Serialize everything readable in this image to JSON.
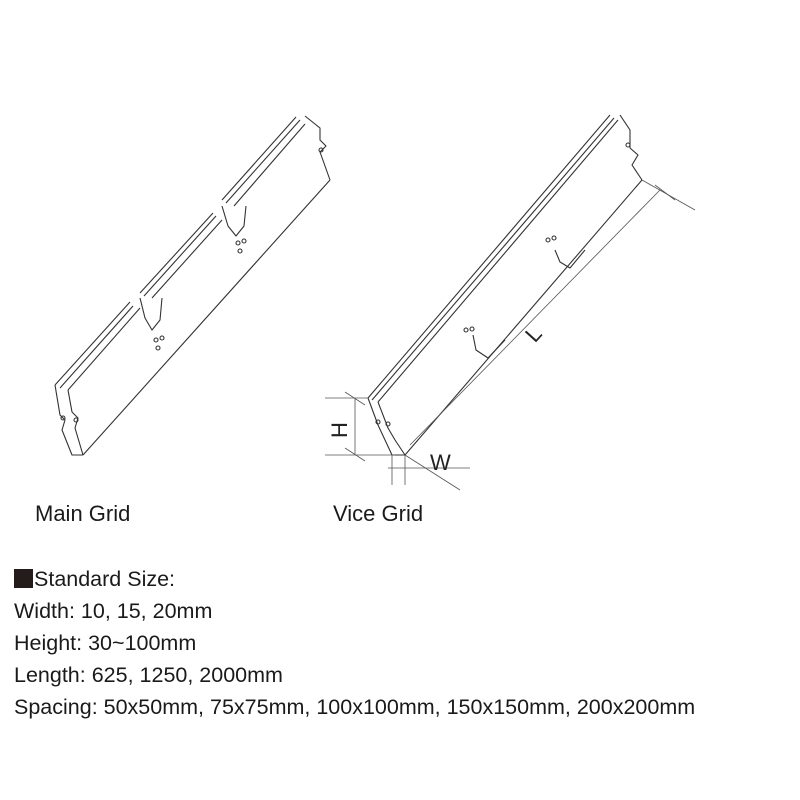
{
  "diagrams": {
    "main_grid": {
      "label": "Main Grid"
    },
    "vice_grid": {
      "label": "Vice Grid",
      "dimensions": {
        "height": "H",
        "width": "W",
        "length": "L"
      }
    }
  },
  "specs": {
    "bullet_icon": "black-square",
    "bullet_color": "#231c1a",
    "title": "Standard Size:",
    "lines": [
      "Width: 10, 15, 20mm",
      "Height: 30~100mm",
      "Length: 625, 1250, 2000mm",
      "Spacing: 50x50mm, 75x75mm, 100x100mm, 150x150mm, 200x200mm"
    ]
  }
}
